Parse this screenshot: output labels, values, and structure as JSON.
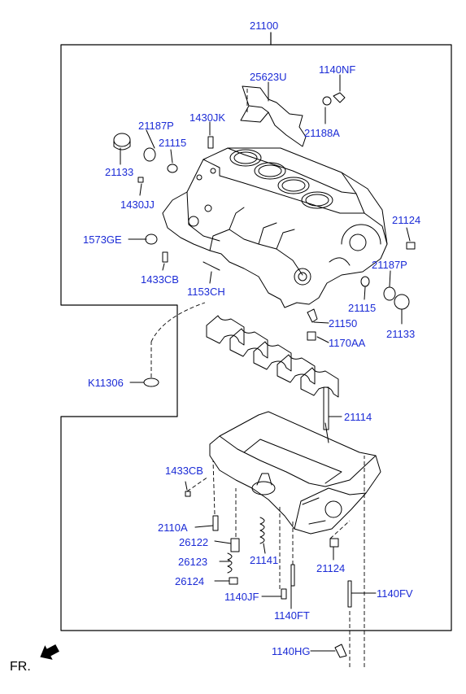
{
  "diagram": {
    "assembly_number": "21100",
    "direction_label": "FR.",
    "label_color": "#1b2bd6",
    "line_color": "#000000",
    "parts": [
      {
        "id": "p25623U",
        "code": "25623U"
      },
      {
        "id": "p1140NF",
        "code": "1140NF"
      },
      {
        "id": "p21188A",
        "code": "21188A"
      },
      {
        "id": "p1430JK",
        "code": "1430JK"
      },
      {
        "id": "p21187P_a",
        "code": "21187P"
      },
      {
        "id": "p21115_a",
        "code": "21115"
      },
      {
        "id": "p21133_a",
        "code": "21133"
      },
      {
        "id": "p1430JJ",
        "code": "1430JJ"
      },
      {
        "id": "p21124_a",
        "code": "21124"
      },
      {
        "id": "p1573GE",
        "code": "1573GE"
      },
      {
        "id": "p21187P_b",
        "code": "21187P"
      },
      {
        "id": "p1433CB_a",
        "code": "1433CB"
      },
      {
        "id": "p1153CH",
        "code": "1153CH"
      },
      {
        "id": "p21115_b",
        "code": "21115"
      },
      {
        "id": "p21150",
        "code": "21150"
      },
      {
        "id": "p21133_b",
        "code": "21133"
      },
      {
        "id": "p1170AA",
        "code": "1170AA"
      },
      {
        "id": "pK11306",
        "code": "K11306"
      },
      {
        "id": "p21114",
        "code": "21114"
      },
      {
        "id": "p1433CB_b",
        "code": "1433CB"
      },
      {
        "id": "p2110A",
        "code": "2110A"
      },
      {
        "id": "p26122",
        "code": "26122"
      },
      {
        "id": "p21141",
        "code": "21141"
      },
      {
        "id": "p26123",
        "code": "26123"
      },
      {
        "id": "p21124_b",
        "code": "21124"
      },
      {
        "id": "p26124",
        "code": "26124"
      },
      {
        "id": "p1140JF",
        "code": "1140JF"
      },
      {
        "id": "p1140FV",
        "code": "1140FV"
      },
      {
        "id": "p1140FT",
        "code": "1140FT"
      },
      {
        "id": "p1140HG",
        "code": "1140HG"
      }
    ]
  }
}
